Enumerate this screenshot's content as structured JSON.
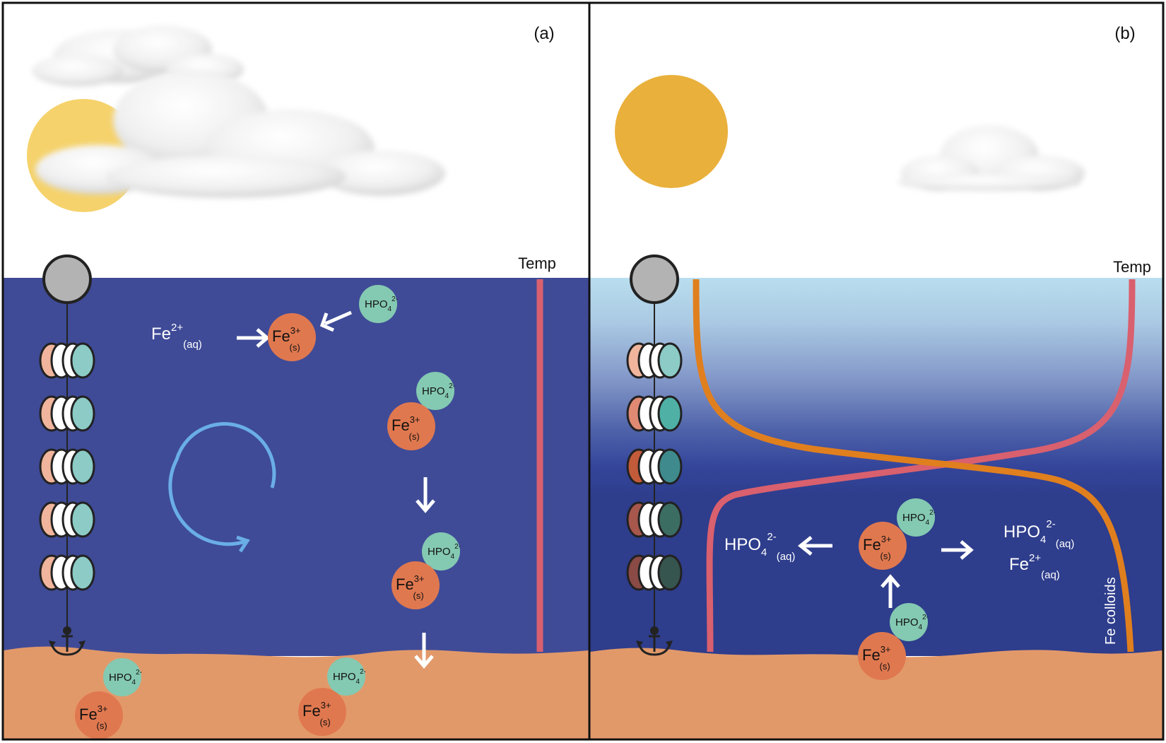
{
  "panels": {
    "a": {
      "label": "(a)",
      "temp_label": "Temp",
      "fe2_main": "Fe",
      "fe2_sup": "2+",
      "fe2_sub": "(aq)",
      "particles": [
        {
          "fe": "Fe",
          "fe_sup": "3+",
          "fe_sub": "(s)",
          "hpo": "HPO",
          "hpo_sub": "4",
          "hpo_sup": "2-"
        },
        {
          "fe": "Fe",
          "fe_sup": "3+",
          "fe_sub": "(s)",
          "hpo": "HPO",
          "hpo_sub": "4",
          "hpo_sup": "2-"
        },
        {
          "fe": "Fe",
          "fe_sup": "3+",
          "fe_sub": "(s)",
          "hpo": "HPO",
          "hpo_sub": "4",
          "hpo_sup": "2-"
        },
        {
          "fe": "Fe",
          "fe_sup": "3+",
          "fe_sub": "(s)",
          "hpo": "HPO",
          "hpo_sub": "4",
          "hpo_sup": "2-"
        },
        {
          "fe": "Fe",
          "fe_sup": "3+",
          "fe_sub": "(s)",
          "hpo": "HPO",
          "hpo_sub": "4",
          "hpo_sup": "2-"
        }
      ]
    },
    "b": {
      "label": "(b)",
      "temp_label": "Temp",
      "fe_colloids_label": "Fe colloids",
      "left_release": {
        "main": "HPO",
        "sub1": "4",
        "sup": "2-",
        "sub2": "(aq)"
      },
      "right_release_hpo": {
        "main": "HPO",
        "sub1": "4",
        "sup": "2-",
        "sub2": "(aq)"
      },
      "right_release_fe": {
        "main": "Fe",
        "sup": "2+",
        "sub": "(aq)"
      },
      "particles": [
        {
          "fe": "Fe",
          "fe_sup": "3+",
          "fe_sub": "(s)",
          "hpo": "HPO",
          "hpo_sub": "4",
          "hpo_sup": "2-"
        },
        {
          "fe": "Fe",
          "fe_sup": "3+",
          "fe_sub": "(s)",
          "hpo": "HPO",
          "hpo_sub": "4",
          "hpo_sup": "2-"
        }
      ]
    }
  },
  "colors": {
    "water_mixed": "#3f4b97",
    "water_deep": "#2e3d8c",
    "water_surface": "#b7dced",
    "sediment": "#e2996a",
    "fe_particle": "#e0784f",
    "fe_particle_dark": "#d66c49",
    "hpo_particle": "#84c9b2",
    "temp_line": "#d9606e",
    "fe_colloid_line": "#e07f1e",
    "mixing_arrow": "#6aaee6",
    "sun_a": "#f5d26b",
    "sun_b": "#e9b03b",
    "buoy": "#b3b3b3"
  },
  "icons": [
    "sun-icon",
    "cloud-icon",
    "buoy-icon",
    "anchor-icon",
    "sensor-icon",
    "arrow-icon"
  ]
}
